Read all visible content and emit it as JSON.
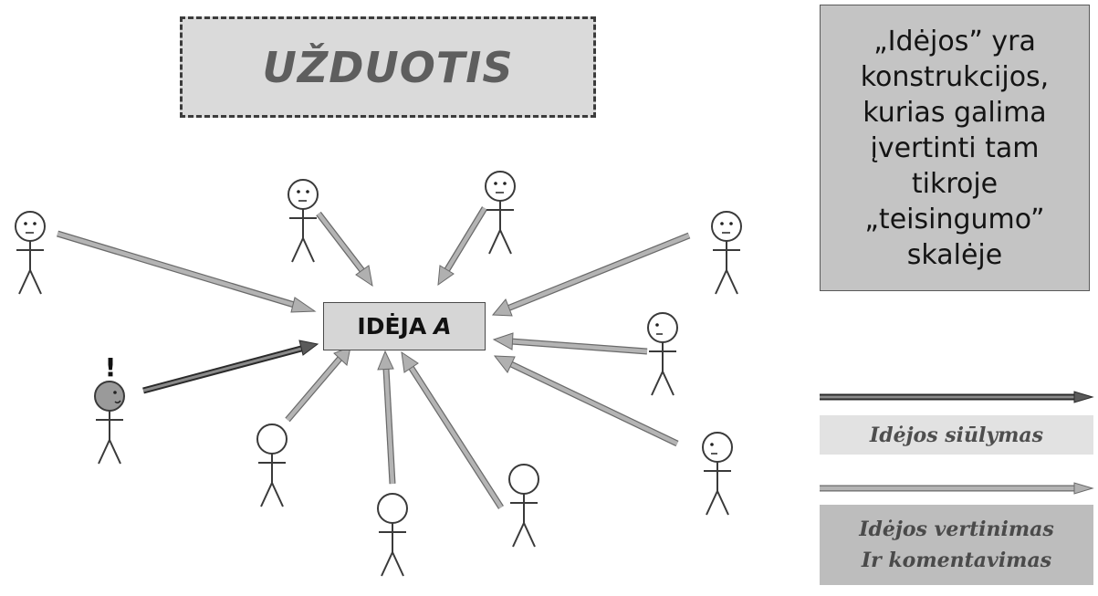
{
  "title": "UŽDUOTIS",
  "note": "„Idėjos” yra\nkonstrukcijos,\nkurias galima\nįvertinti tam\ntikroje\n„teisingumo”\nskalėje",
  "idea": {
    "label": "IDĖJA",
    "letter": "A"
  },
  "proposer_mark": "!",
  "legend": {
    "proposal": "Idėjos siūlymas",
    "evaluation_line1": "Idėjos vertinimas",
    "evaluation_line2": "Ir komentavimas"
  },
  "colors": {
    "proposal_arrow": "#3a3a3a",
    "evaluation_arrow": "#a8a8a8",
    "proposer_head": "#9a9a9a"
  }
}
